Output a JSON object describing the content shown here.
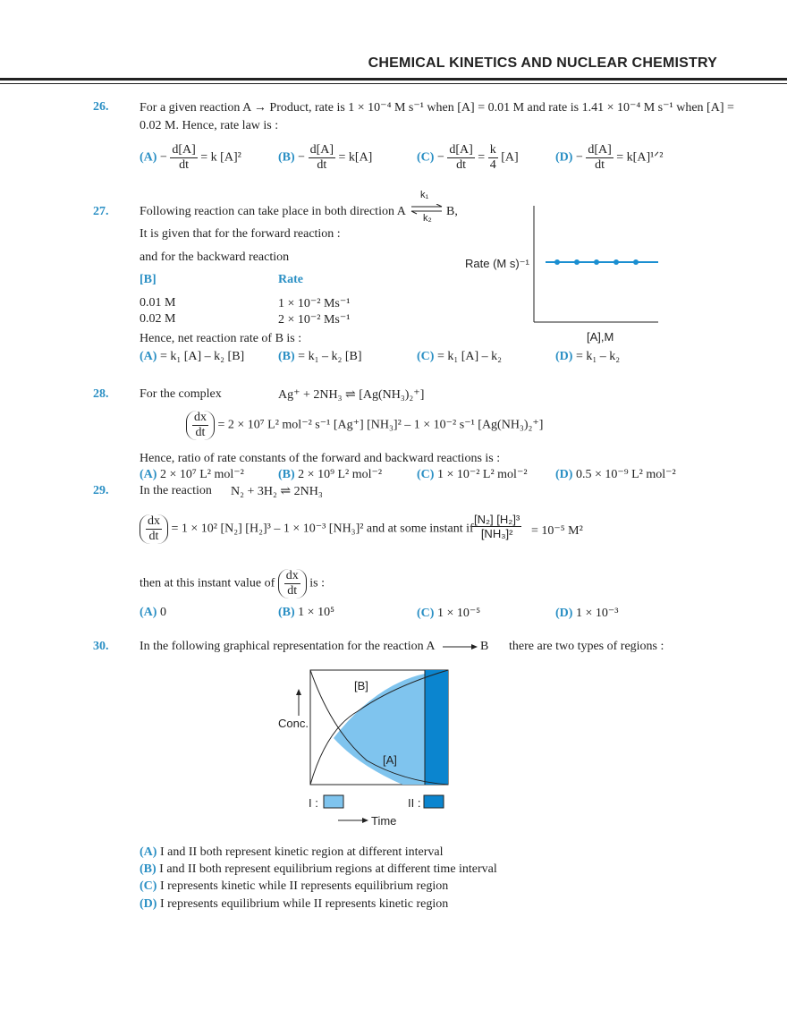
{
  "header": "CHEMICAL KINETICS AND NUCLEAR CHEMISTRY",
  "q26": {
    "num": "26.",
    "line1": "For a given reaction A → Product, rate is 1 × 10⁻⁴ M s⁻¹ when [A] = 0.01 M and rate is 1.41 × 10⁻⁴ M s⁻¹ when [A] =",
    "line2": "0.02 M. Hence, rate law is :",
    "options": [
      {
        "label": "(A)",
        "num": "d[A]",
        "den": "dt",
        "rhs": "= k [A]²",
        "lead": "−"
      },
      {
        "label": "(B)",
        "num": "d[A]",
        "den": "dt",
        "rhs": "= k[A]",
        "lead": "−"
      },
      {
        "label": "(C)",
        "num": "d[A]",
        "den": "dt",
        "mid_num": "k",
        "mid_den": "4",
        "rhs": "[A]",
        "lead": "−"
      },
      {
        "label": "(D)",
        "num": "d[A]",
        "den": "dt",
        "rhs": "= k[A]¹ᐟ²",
        "lead": "−"
      }
    ]
  },
  "q27": {
    "num": "27.",
    "line1": "Following reaction can take place in both direction A",
    "k1": "k₁",
    "k2": "k₂",
    "line1_end": "B,",
    "line2": "It is given that for the forward reaction :",
    "line3": "and for the backward reaction",
    "col1_head": "[B]",
    "col2_head": "Rate",
    "rows": [
      {
        "b": "0.01 M",
        "rate": "1 × 10⁻² Ms⁻¹"
      },
      {
        "b": "0.02 M",
        "rate": "2 × 10⁻² Ms⁻¹"
      }
    ],
    "question": "Hence, net reaction rate of B is :",
    "options": [
      {
        "label": "(A)",
        "text": "= k₁ [A] – k₂ [B]"
      },
      {
        "label": "(B)",
        "text": "= k₁ – k₂ [B]"
      },
      {
        "label": "(C)",
        "text": "= k₁ [A] – k₂"
      },
      {
        "label": "(D)",
        "text": "= k₁ – k₂"
      }
    ],
    "graph": {
      "ylabel": "Rate (M s)⁻¹",
      "xlabel": "[A],M"
    }
  },
  "q28": {
    "num": "28.",
    "intro": "For the complex",
    "reaction": "Ag⁺ + 2NH₃ ⇌ [Ag(NH₃)₂⁺]",
    "eq_num": "dx",
    "eq_den": "dt",
    "eq_rhs": "= 2 × 10⁷ L² mol⁻² s⁻¹ [Ag⁺] [NH₃]² – 1 × 10⁻² s⁻¹ [Ag(NH₃)₂⁺]",
    "question": "Hence, ratio of rate constants of the forward and backward reactions is :",
    "options": [
      {
        "label": "(A)",
        "text": "2 × 10⁷ L² mol⁻²"
      },
      {
        "label": "(B)",
        "text": "2 × 10⁹ L² mol⁻²"
      },
      {
        "label": "(C)",
        "text": "1 × 10⁻² L² mol⁻²"
      },
      {
        "label": "(D)",
        "text": "0.5 × 10⁻⁹ L² mol⁻²"
      }
    ]
  },
  "q29": {
    "num": "29.",
    "intro": "In the reaction",
    "reaction": "N₂ + 3H₂ ⇌ 2NH₃",
    "eq_num": "dx",
    "eq_den": "dt",
    "eq_rhs": "= 1 × 10² [N₂] [H₂]³  – 1 × 10⁻³ [NH₃]² and at some instant if",
    "ratio_num": "[N₂] [H₂]³",
    "ratio_den": "[NH₃]²",
    "ratio_rhs": "= 10⁻⁵ M²",
    "then_text": "then at this instant value of",
    "then_end": "is :",
    "options": [
      {
        "label": "(A)",
        "text": "0"
      },
      {
        "label": "(B)",
        "text": "1 × 10⁵"
      },
      {
        "label": "(C)",
        "text": "1 × 10⁻⁵"
      },
      {
        "label": "(D)",
        "text": "1 × 10⁻³"
      }
    ]
  },
  "q30": {
    "num": "30.",
    "line1": "In the following graphical representation for the reaction A",
    "line1_mid": "B",
    "line1_end": "there are two types of regions :",
    "graph": {
      "b_label": "[B]",
      "a_label": "[A]",
      "ylabel": "Conc.",
      "legend1": "I :",
      "legend2": "II :",
      "xlabel": "Time"
    },
    "options": [
      {
        "label": "(A)",
        "text": "I and II both represent kinetic region at different interval"
      },
      {
        "label": "(B)",
        "text": "I and II both represent equilibrium regions at different time interval"
      },
      {
        "label": "(C)",
        "text": "I represents kinetic while II represents equilibrium region"
      },
      {
        "label": "(D)",
        "text": "I represents equilibrium while II represents kinetic region"
      }
    ]
  },
  "colors": {
    "accent": "#2a8fc4",
    "region1": "#7fc4ee",
    "region2": "#0b85cf"
  }
}
